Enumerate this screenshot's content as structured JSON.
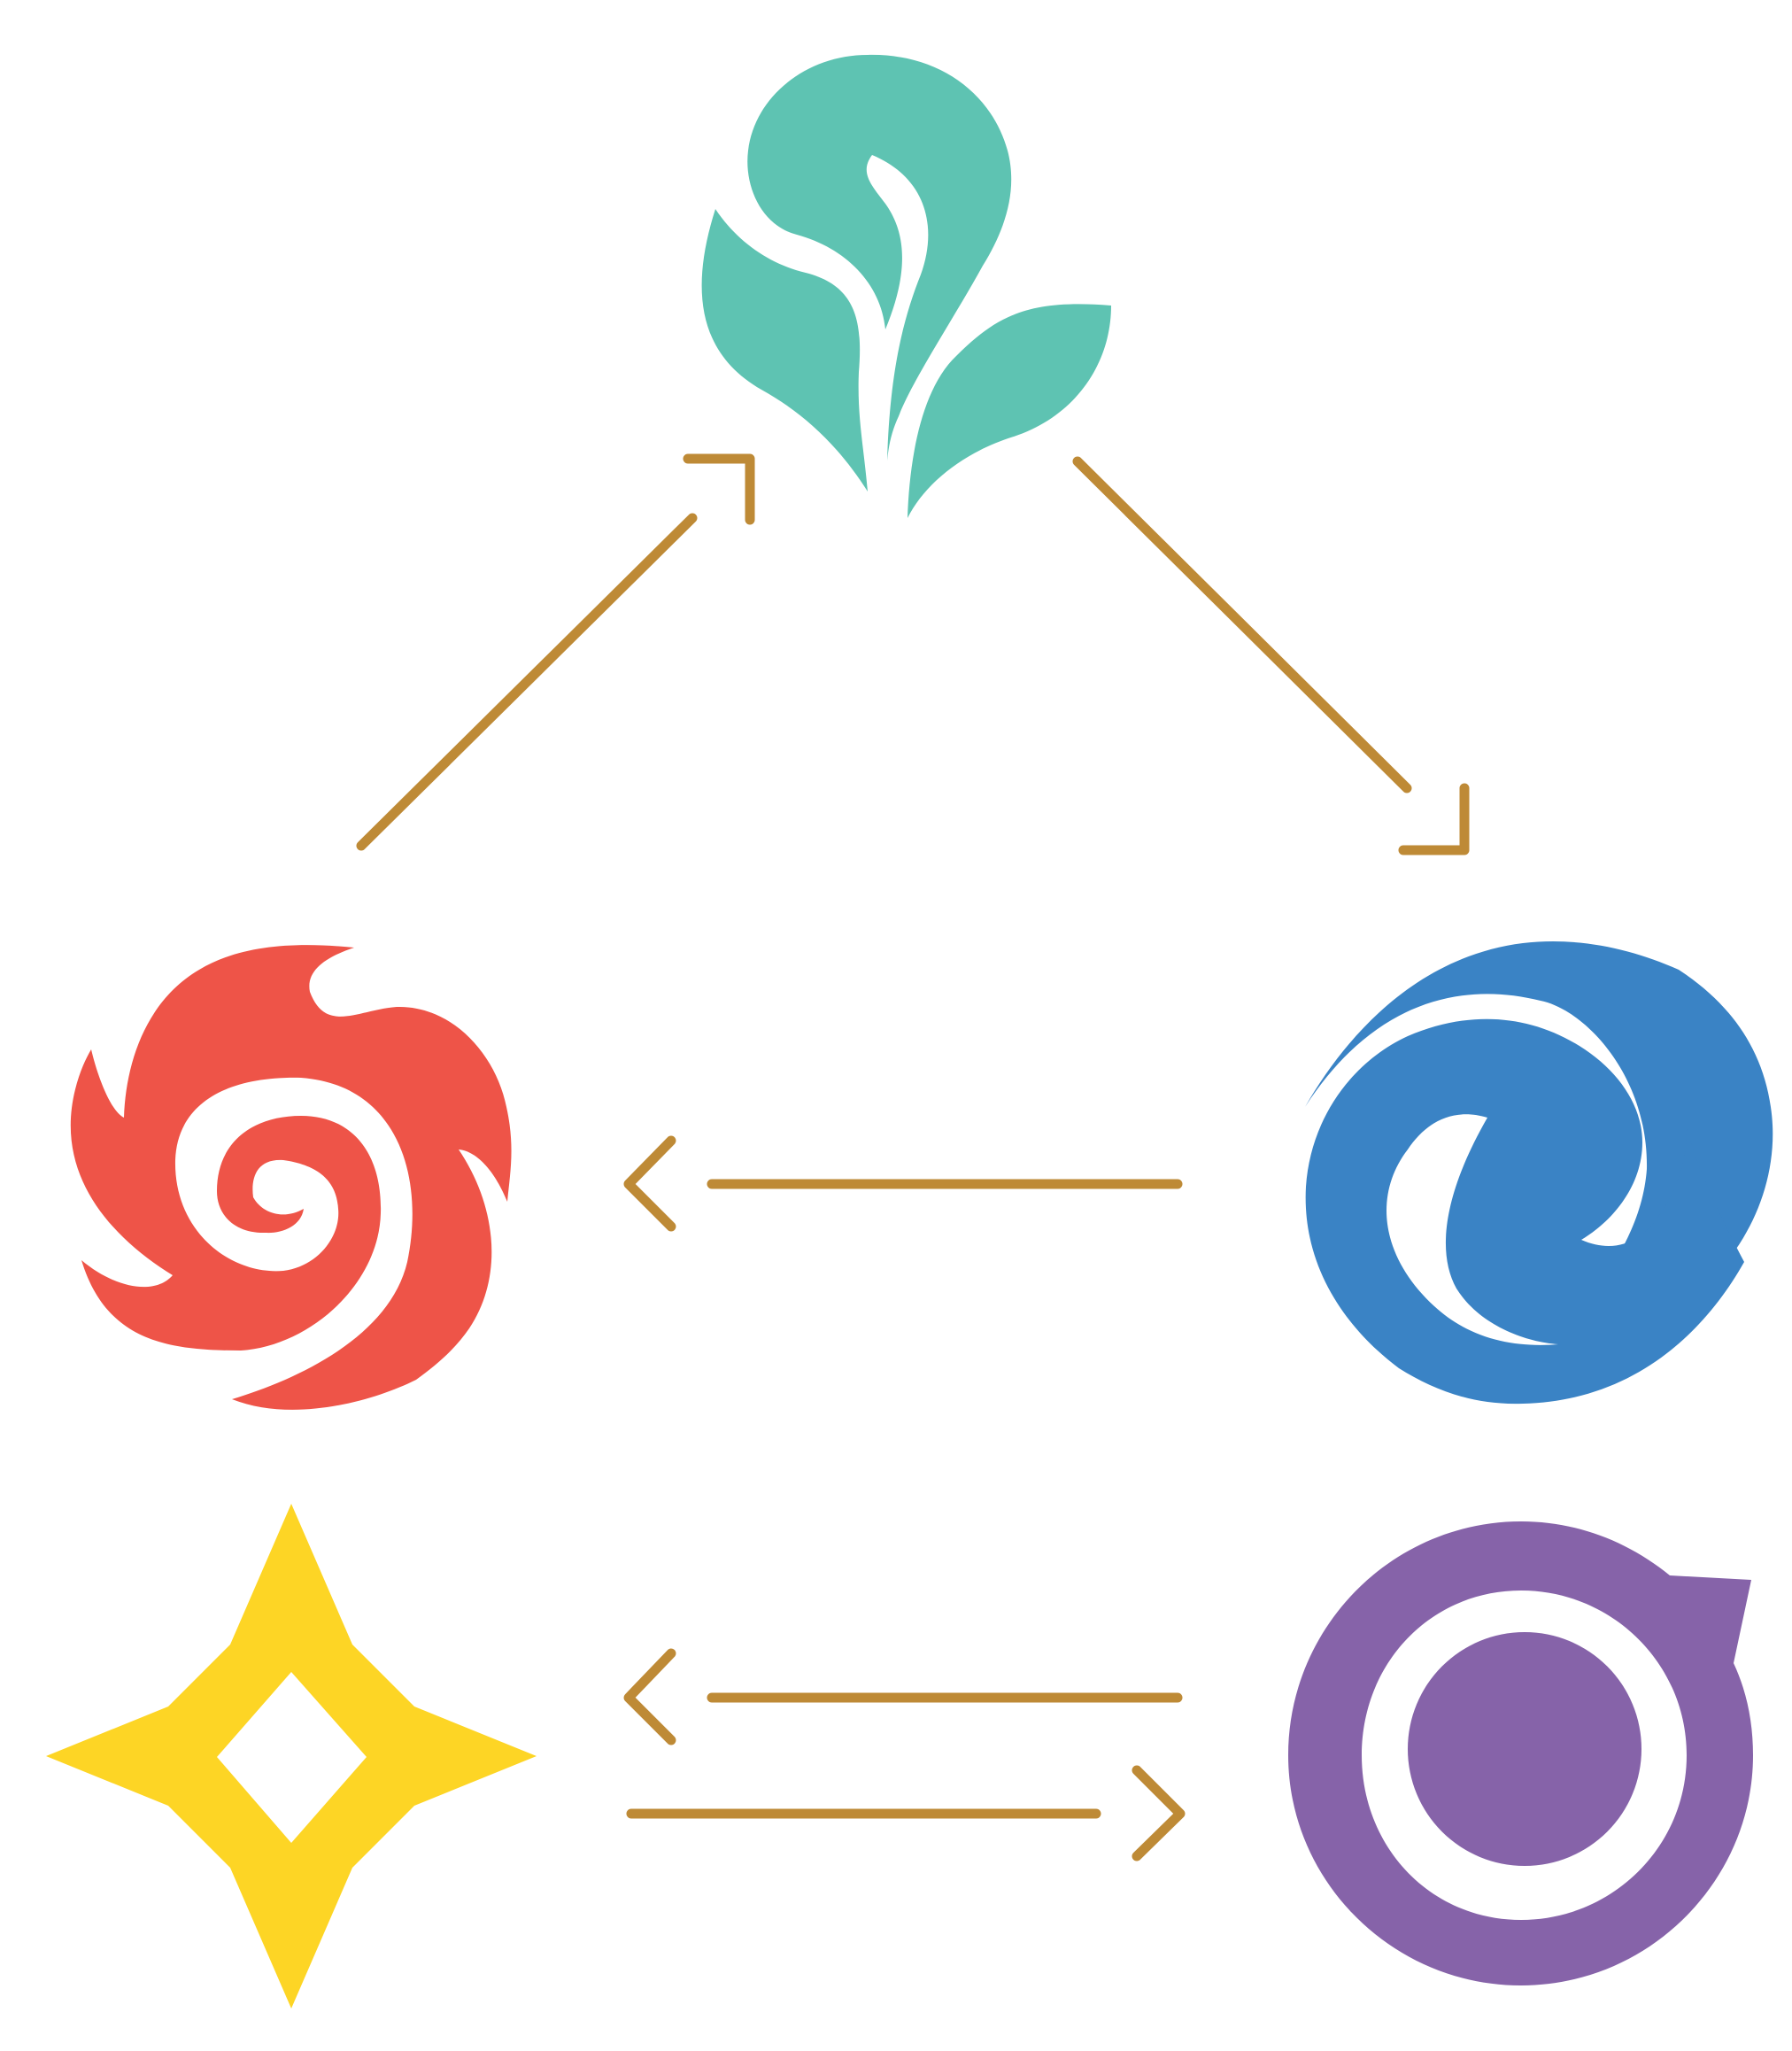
{
  "colors": {
    "background": "#ffffff",
    "arrow": "#BE8A36",
    "nature": "#5EC3B2",
    "fire": "#EE5448",
    "water": "#3A83C5",
    "light": "#FDD525",
    "void": "#8663A9"
  },
  "nodes": [
    {
      "id": "nature",
      "icon": "leaf-sprout-icon",
      "color_key": "nature"
    },
    {
      "id": "fire",
      "icon": "fire-swirl-icon",
      "color_key": "fire"
    },
    {
      "id": "water",
      "icon": "water-swirl-icon",
      "color_key": "water"
    },
    {
      "id": "light",
      "icon": "four-point-star-icon",
      "color_key": "light"
    },
    {
      "id": "void",
      "icon": "ring-orb-icon",
      "color_key": "void"
    }
  ],
  "edges": [
    {
      "from": "fire",
      "to": "nature"
    },
    {
      "from": "nature",
      "to": "water"
    },
    {
      "from": "water",
      "to": "fire"
    },
    {
      "from": "void",
      "to": "light"
    },
    {
      "from": "light",
      "to": "void"
    }
  ]
}
